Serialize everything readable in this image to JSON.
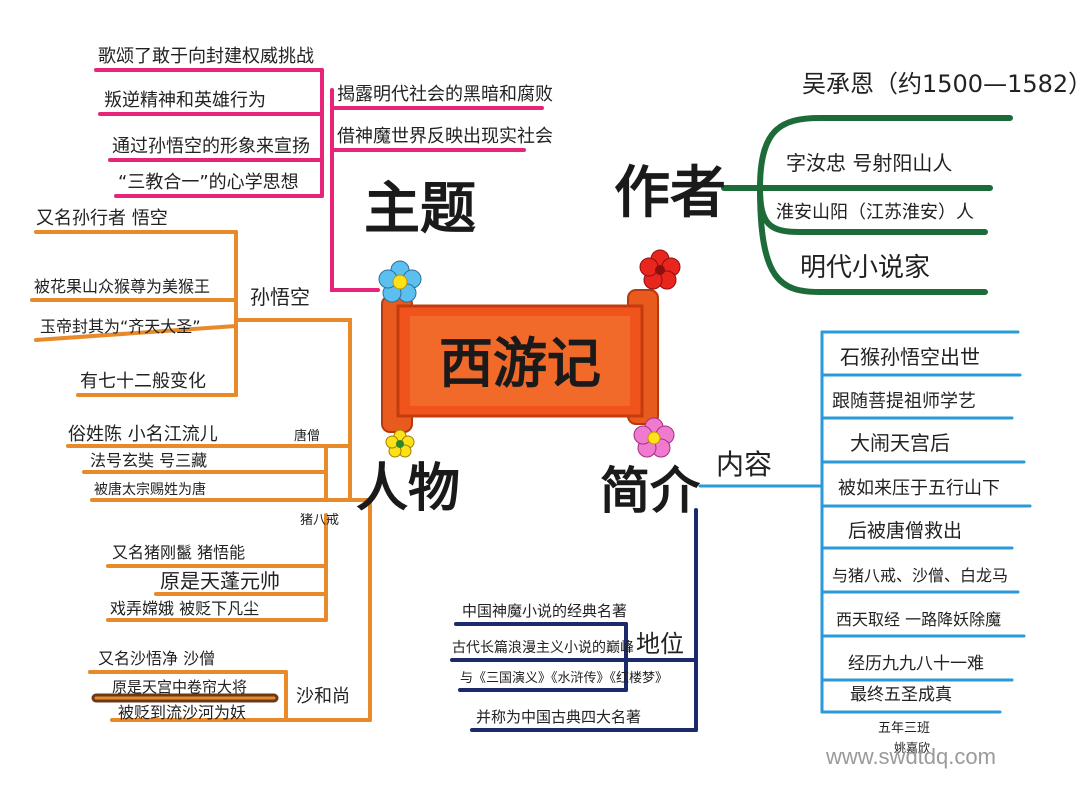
{
  "center": {
    "title": "西游记"
  },
  "branches": {
    "theme": {
      "title": "主题",
      "color": "#e8247a",
      "reveals": [
        "揭露明代社会的黑暗和腐败",
        "借神魔世界反映出现实社会"
      ],
      "praises": [
        "歌颂了敢于向封建权威挑战",
        "叛逆精神和英雄行为",
        "通过孙悟空的形象来宣扬",
        "“三教合一”的心学思想"
      ]
    },
    "author": {
      "title": "作者",
      "color": "#1e6b3a",
      "name": "吴承恩（约1500—1582）",
      "details": [
        "字汝忠  号射阳山人",
        "淮安山阳（江苏淮安）人",
        "明代小说家"
      ]
    },
    "characters": {
      "title": "人物",
      "color": "#e8892a",
      "groups": [
        {
          "name": "孙悟空",
          "items": [
            "又名孙行者  悟空",
            "被花果山众猴尊为美猴王",
            "玉帝封其为“齐天大圣”",
            "有七十二般变化"
          ]
        },
        {
          "name": "唐僧",
          "items": [
            "俗姓陈  小名江流儿",
            "法号玄奘  号三藏",
            "被唐太宗赐姓为唐"
          ]
        },
        {
          "name": "猪八戒",
          "items": [
            "又名猪刚鬣  猪悟能",
            "原是天蓬元帅",
            "戏弄嫦娥  被贬下凡尘"
          ]
        },
        {
          "name": "沙和尚",
          "items": [
            "又名沙悟净  沙僧",
            "原是天宫中卷帘大将",
            "被贬到流沙河为妖"
          ]
        }
      ]
    },
    "intro": {
      "title": "简介",
      "color": "#1c2a6b",
      "content_label": "内容",
      "content_color": "#2a9ad8",
      "content": [
        "石猴孙悟空出世",
        "跟随菩提祖师学艺",
        "大闹天宫后",
        "被如来压于五行山下",
        "后被唐僧救出",
        "与猪八戒、沙僧、白龙马",
        "西天取经  一路降妖除魔",
        "经历九九八十一难",
        "最终五圣成真"
      ],
      "status_label": "地位",
      "status": [
        "中国神魔小说的经典名著",
        "古代长篇浪漫主义小说的巅峰",
        "与《三国演义》《水浒传》《红楼梦》",
        "并称为中国古典四大名著"
      ]
    }
  },
  "signature": [
    "五年三班",
    "姚嘉欣"
  ],
  "watermark": "www.swdtdq.com"
}
